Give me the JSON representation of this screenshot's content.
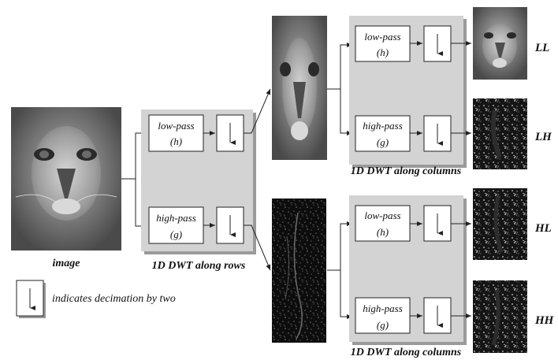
{
  "input_label": "image",
  "stage_rows": {
    "caption": "1D DWT along rows",
    "lowpass": {
      "name": "low-pass",
      "sym": "(h)"
    },
    "highpass": {
      "name": "high-pass",
      "sym": "(g)"
    }
  },
  "stage_cols_top": {
    "caption": "1D DWT along columns",
    "lowpass": {
      "name": "low-pass",
      "sym": "(h)"
    },
    "highpass": {
      "name": "high-pass",
      "sym": "(g)"
    }
  },
  "stage_cols_bottom": {
    "caption": "1D DWT along columns",
    "lowpass": {
      "name": "low-pass",
      "sym": "(h)"
    },
    "highpass": {
      "name": "high-pass",
      "sym": "(g)"
    }
  },
  "outputs": {
    "ll": "LL",
    "lh": "LH",
    "hl": "HL",
    "hh": "HH"
  },
  "legend": {
    "text": "indicates decimation by two"
  },
  "colors": {
    "panel": "#d3d3d3",
    "panel_shadow": "#9a9a9a",
    "box": "#ffffff",
    "stroke": "#222222"
  }
}
